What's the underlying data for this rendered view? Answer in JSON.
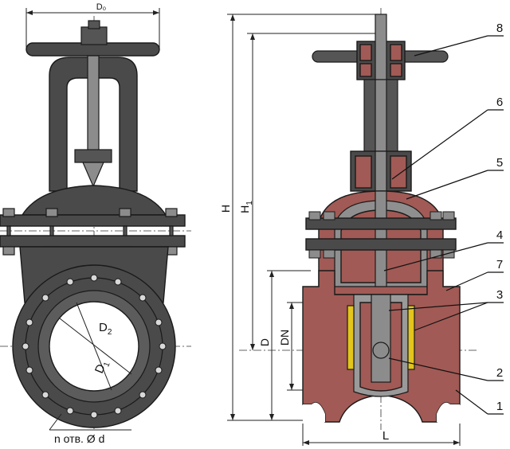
{
  "figure": {
    "colors": {
      "body": "#4a4a4a",
      "cut_section": "#a15a55",
      "metal_parts": "#8c8c8c",
      "seal_rings": "#e3c51b",
      "background": "#ffffff"
    },
    "side_view": {
      "handwheel_dim": "D₀",
      "d2_label": "D",
      "d2_sub": "2",
      "d1_label": "D",
      "d1_sub": "1",
      "holes_note": "n отв. Ø d"
    },
    "section_view": {
      "h_label": "H",
      "h1_label": "H",
      "h1_sub": "1",
      "d_label": "D",
      "dn_label": "DN",
      "l_label": "L",
      "callouts": [
        "8",
        "6",
        "5",
        "4",
        "7",
        "3",
        "2",
        "1"
      ]
    }
  }
}
